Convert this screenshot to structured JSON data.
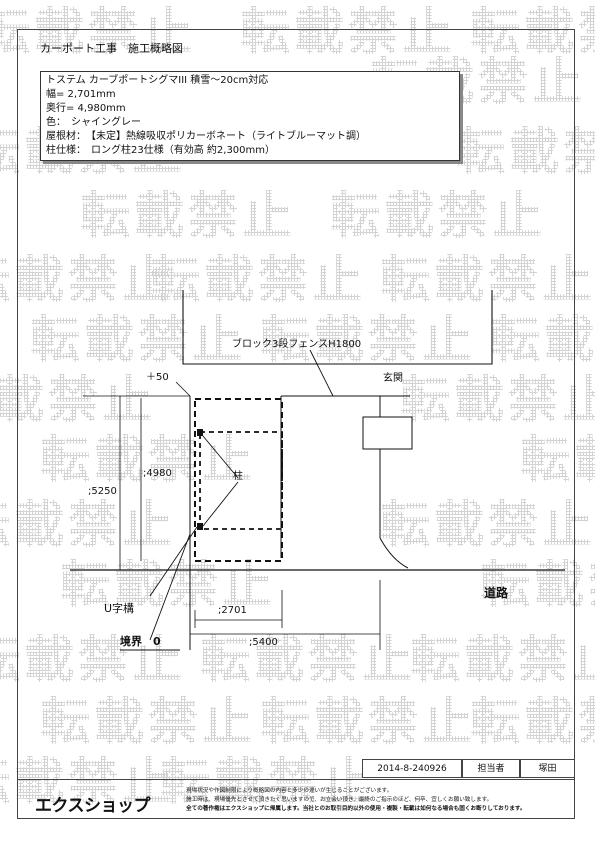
{
  "page": {
    "title": "カーポート工事　施工概略図"
  },
  "spec": {
    "product": "トステム カーブポートシグマIII 積雪～20cm対応",
    "width": "幅= 2,701mm",
    "depth": "奥行= 4,980mm",
    "color": "色：　シャイングレー",
    "roof": "屋根材：　【未定】熱線吸収ポリカーボネート（ライトブルーマット調）",
    "pillar": "柱仕様：　ロング柱23仕様（有効高 約2,300mm）"
  },
  "drawing": {
    "fence_label": "ブロック3段フェンスH1800",
    "entrance_label": "玄関",
    "road_label": "道路",
    "pillar_label": "柱",
    "gutter_label": "U字構",
    "boundary_label": "境界　0",
    "offset_label": "＋50",
    "dim_depth": ";4980",
    "dim_5250": ";5250",
    "dim_width": ";2701",
    "dim_5400": ";5400"
  },
  "watermark": {
    "text": "転載禁止"
  },
  "footer": {
    "logo": "エクスショップ",
    "notice_line1": "現場状況や作図制限により概略図の内容と多少の違いが生じることがございます。",
    "notice_line2": "施工時は、現場優先とさせて頂きたく思いますので、お立会い頂き、最終のご指示のほど、何卒、宜しくお願い致します。",
    "notice_line3": "全ての著作権はエクスショップに帰属します。当社とのお取引目的以外の使用・複製・転載は如何なる場合も固くお断りしております。",
    "doc_id": "2014-8-240926",
    "person_label": "担当者",
    "person_name": "塚田"
  }
}
